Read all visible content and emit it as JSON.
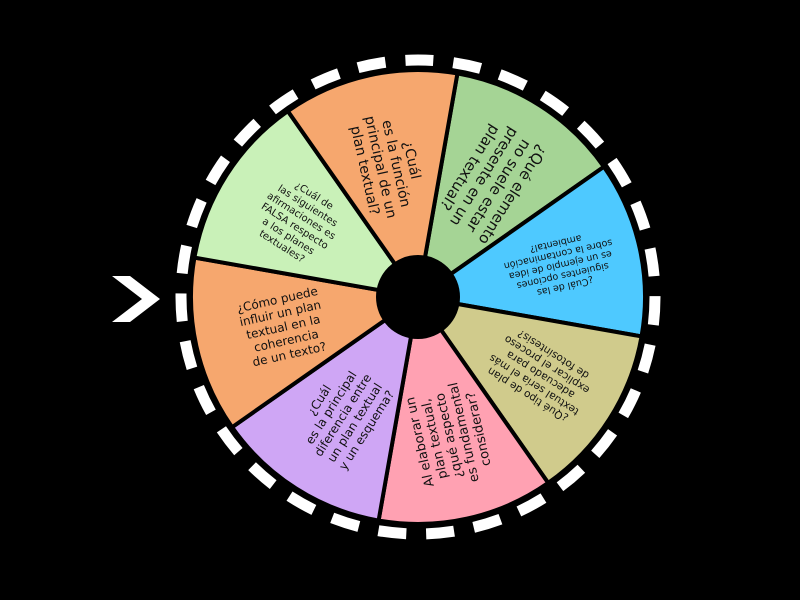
{
  "wheel": {
    "background": "#000000",
    "rim_color": "#ffffff",
    "hub_color": "#000000",
    "segment_stroke": "#000000",
    "pointer": {
      "icon": "chevron-right-icon",
      "color": "#ffffff"
    },
    "segments": [
      {
        "text": "¿Qué elemento no suele estar presente en un plan textual?",
        "lines": [
          "¿Qué elemento",
          "no suele estar",
          "presente en un",
          "plan textual?"
        ],
        "color": "#a5d495"
      },
      {
        "text": "¿Cuál de las siguientes opciones es un ejemplo de idea sobre la contaminación ambiental?",
        "lines": [
          "¿Cuál de las",
          "siguientes opciones",
          "es un ejemplo de idea",
          "sobre la contaminación",
          "ambiental?"
        ],
        "color": "#4ec9ff"
      },
      {
        "text": "¿Qué tipo de plan textual sería el más adecuado para explicar el proceso de fotosíntesis?",
        "lines": [
          "¿Qué tipo de plan",
          "textual sería el más",
          "adecuado para",
          "explicar el proceso",
          "de fotosíntesis?"
        ],
        "color": "#d0cb8c"
      },
      {
        "text": "Al elaborar un plan textual, ¿qué aspecto es fundamental considerar?",
        "lines": [
          "Al elaborar un",
          "plan textual,",
          "¿qué aspecto",
          "es fundamental",
          "considerar?"
        ],
        "color": "#ffa1b2"
      },
      {
        "text": "¿Cuál es la principal diferencia entre un plan textual y un esquema?",
        "lines": [
          "¿Cuál",
          "es la principal",
          "diferencia entre",
          "un plan textual",
          "y un esquema?"
        ],
        "color": "#cfa6f5"
      },
      {
        "text": "¿Cómo puede influir un plan textual en la coherencia de un texto?",
        "lines": [
          "¿Cómo puede",
          "influir un plan",
          "textual en la",
          "coherencia",
          "de un texto?"
        ],
        "color": "#f6a76e"
      },
      {
        "text": "¿Cuál de las siguientes afirmaciones es FALSA respecto a los planes textuales?",
        "lines": [
          "¿Cuál de",
          "las siguientes",
          "afirmaciones es",
          "FALSA respecto",
          "a los planes",
          "textuales?"
        ],
        "color": "#c9f1b8"
      },
      {
        "text": "¿Cuál es la función principal de un plan textual?",
        "lines": [
          "¿Cuál",
          "es la función",
          "principal de un",
          "plan textual?"
        ],
        "color": "#f6a76e"
      }
    ]
  }
}
